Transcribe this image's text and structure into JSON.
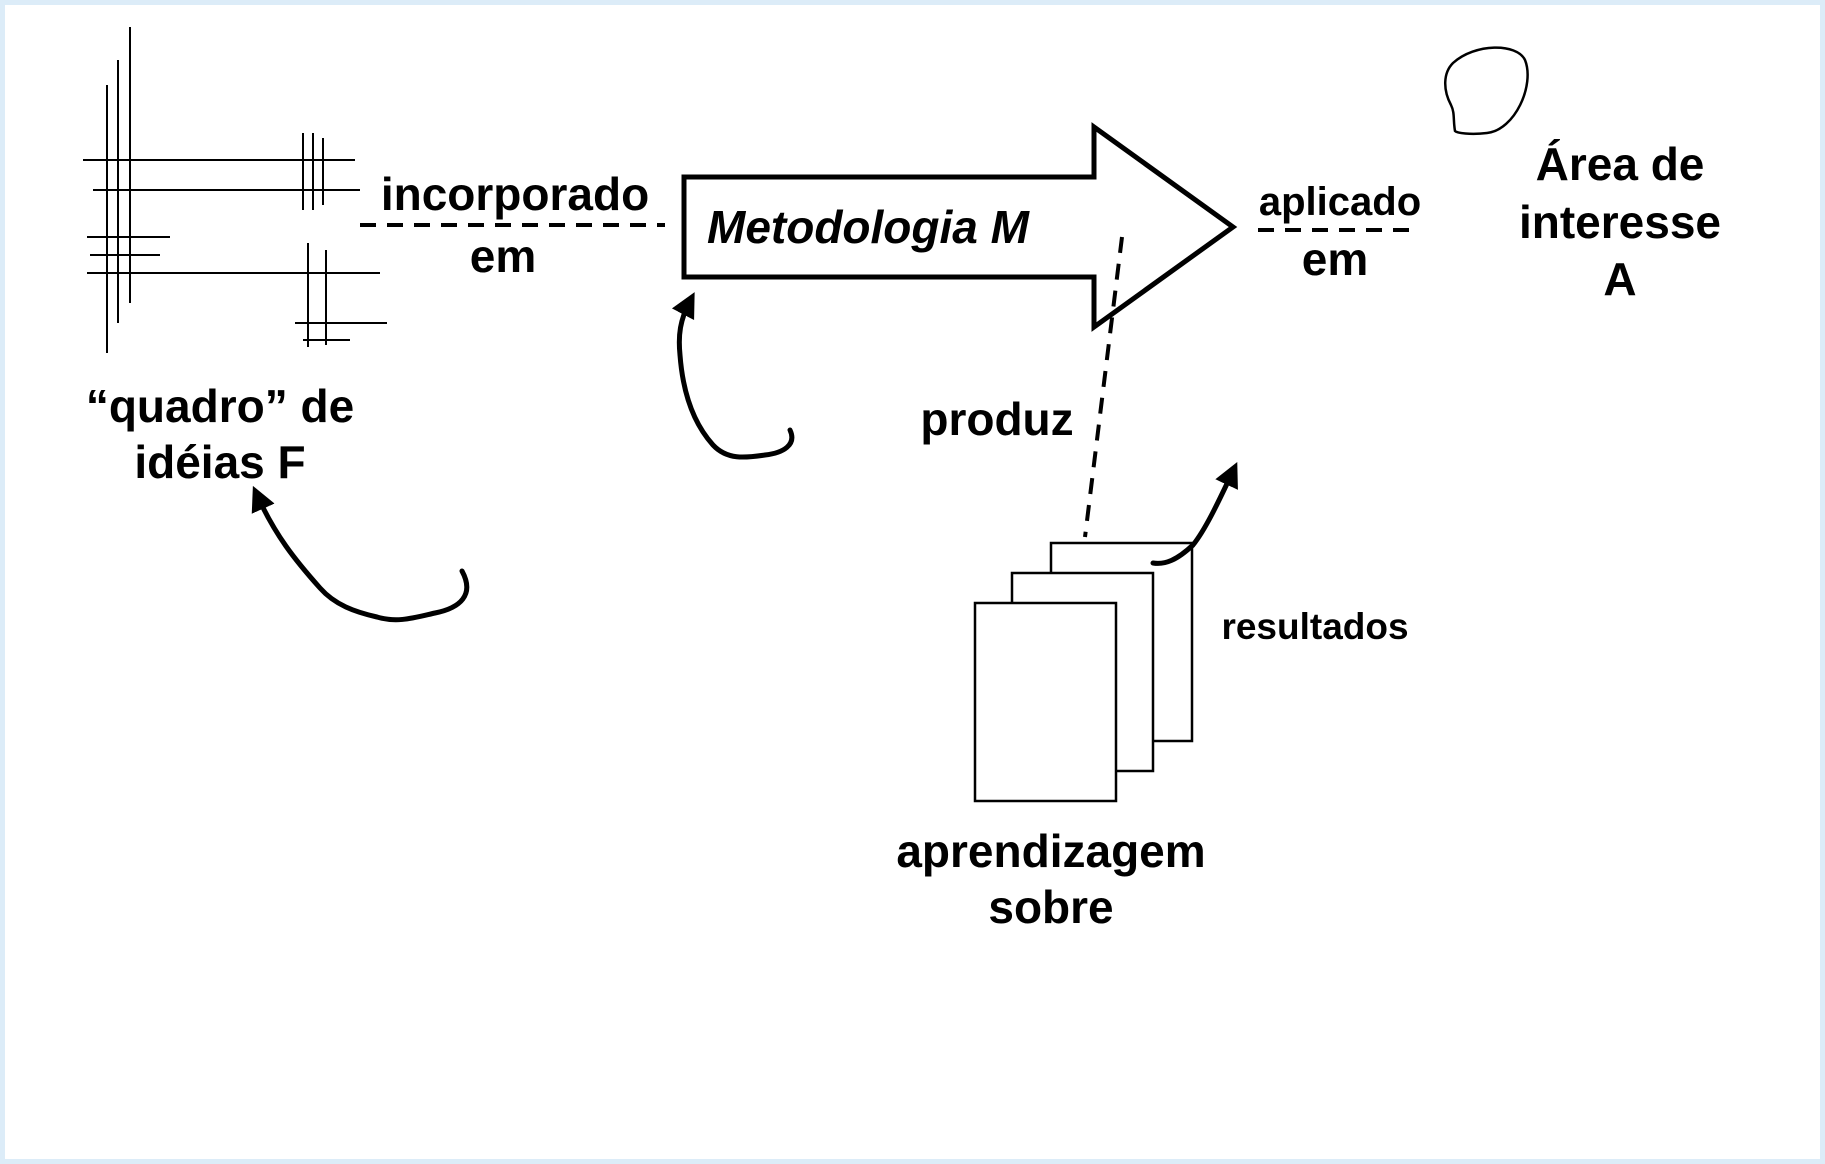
{
  "diagram": {
    "labels": {
      "incorporado": "incorporado",
      "em_left": "em",
      "metodologia": "Metodologia M",
      "aplicado": "aplicado",
      "em_right": "em",
      "area_line1": "Área de",
      "area_line2": "interesse",
      "area_line3": "A",
      "quadro_line1": "“quadro” de",
      "quadro_line2": "idéias F",
      "produz": "produz",
      "resultados": "resultados",
      "aprendizagem_line1": "aprendizagem",
      "aprendizagem_line2": "sobre"
    },
    "colors": {
      "frame_border": "#dcecf8",
      "ink": "#000000",
      "background": "#ffffff"
    }
  }
}
